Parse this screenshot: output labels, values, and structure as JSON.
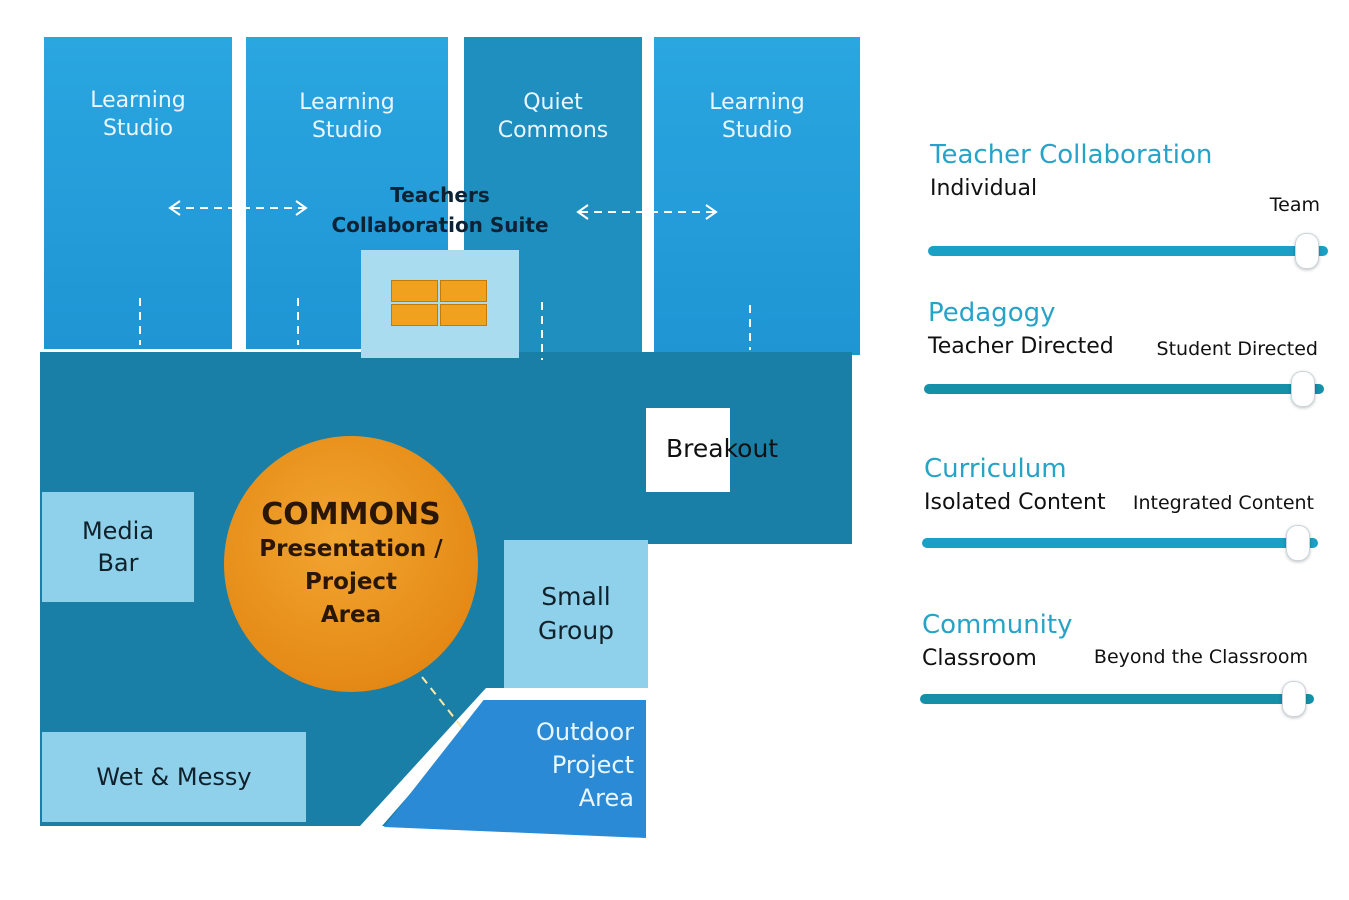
{
  "floorplan": {
    "studio_1": {
      "line1": "Learning",
      "line2": "Studio"
    },
    "studio_2": {
      "line1": "Learning",
      "line2": "Studio"
    },
    "quiet_commons": {
      "line1": "Quiet",
      "line2": "Commons"
    },
    "studio_4": {
      "line1": "Learning",
      "line2": "Studio"
    },
    "teachers_suite": {
      "line1": "Teachers",
      "line2": "Collaboration Suite"
    },
    "breakout": "Breakout",
    "media_bar": {
      "line1": "Media",
      "line2": "Bar"
    },
    "commons": {
      "title": "COMMONS",
      "line1": "Presentation /",
      "line2": "Project",
      "line3": "Area"
    },
    "small_group": {
      "line1": "Small",
      "line2": "Group"
    },
    "wet_messy": "Wet & Messy",
    "outdoor": {
      "line1": "Outdoor",
      "line2": "Project",
      "line3": "Area"
    }
  },
  "legend": [
    {
      "title": "Teacher Collaboration",
      "left": "Individual",
      "right": "Team",
      "value": 0.95
    },
    {
      "title": "Pedagogy",
      "left": "Teacher Directed",
      "right": "Student Directed",
      "value": 0.95
    },
    {
      "title": "Curriculum",
      "left": "Isolated Content",
      "right": "Integrated Content",
      "value": 0.95
    },
    {
      "title": "Community",
      "left": "Classroom",
      "right": "Beyond the Classroom",
      "value": 0.95
    }
  ],
  "colors": {
    "studio_blue": "#2aa6e0",
    "commons_floor": "#1a7fa6",
    "room_light": "#8fd0ea",
    "commons_orange": "#e58a16",
    "legend_title": "#27a3c8",
    "slider_track": "#1a9fc5"
  }
}
